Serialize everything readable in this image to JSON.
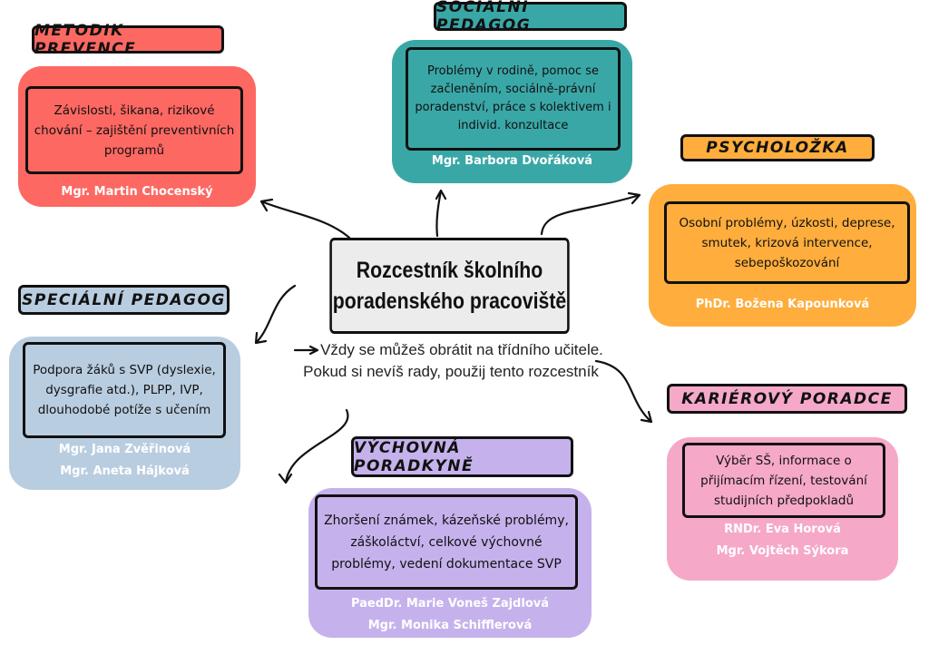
{
  "title": "Rozcestník školního poradenského pracoviště",
  "note": "Vždy se můžeš obrátit na třídního učitele. Pokud si nevíš rady, použij tento rozcestník",
  "colors": {
    "red": "#fd6862",
    "teal": "#3aa7a7",
    "orange": "#ffad3c",
    "blue": "#b9cde0",
    "pink": "#f6a8c8",
    "purple": "#c5b2ec"
  },
  "sections": {
    "metodik": {
      "label": "METODIK PREVENCE",
      "text": "Závislosti, šikana, rizikové chování – zajištění preventivních programů",
      "names": [
        "Mgr. Martin Chocenský"
      ]
    },
    "socialni": {
      "label": "SOCIÁLNÍ PEDAGOG",
      "text": "Problémy v rodině, pomoc se začleněním, sociálně-právní poradenství, práce s kolektivem i individ. konzultace",
      "names": [
        "Mgr. Barbora Dvořáková"
      ]
    },
    "psycholozka": {
      "label": "PSYCHOLOŽKA",
      "text": "Osobní problémy, úzkosti, deprese, smutek, krizová intervence, sebepoškozování",
      "names": [
        "PhDr. Božena Kapounková"
      ]
    },
    "specialni": {
      "label": "SPECIÁLNÍ PEDAGOG",
      "text": "Podpora žáků s SVP (dyslexie, dysgrafie atd.), PLPP, IVP, dlouhodobé potíže s učením",
      "names": [
        "Mgr. Jana Zvěřinová",
        "Mgr. Aneta Hájková"
      ]
    },
    "karierovy": {
      "label": "KARIÉROVÝ PORADCE",
      "text": "Výběr SŠ, informace o přijímacím řízení, testování studijních předpokladů",
      "names": [
        "RNDr. Eva Horová",
        "Mgr. Vojtěch Sýkora"
      ]
    },
    "vychovna": {
      "label": "VÝCHOVNÁ PORADKYNĚ",
      "text": "Zhoršení známek, kázeňské problémy, záškoláctví, celkové výchovné problémy, vedení dokumentace SVP",
      "names": [
        "PaedDr. Marie Voneš Zajdlová",
        "Mgr. Monika Schifflerová"
      ]
    }
  }
}
